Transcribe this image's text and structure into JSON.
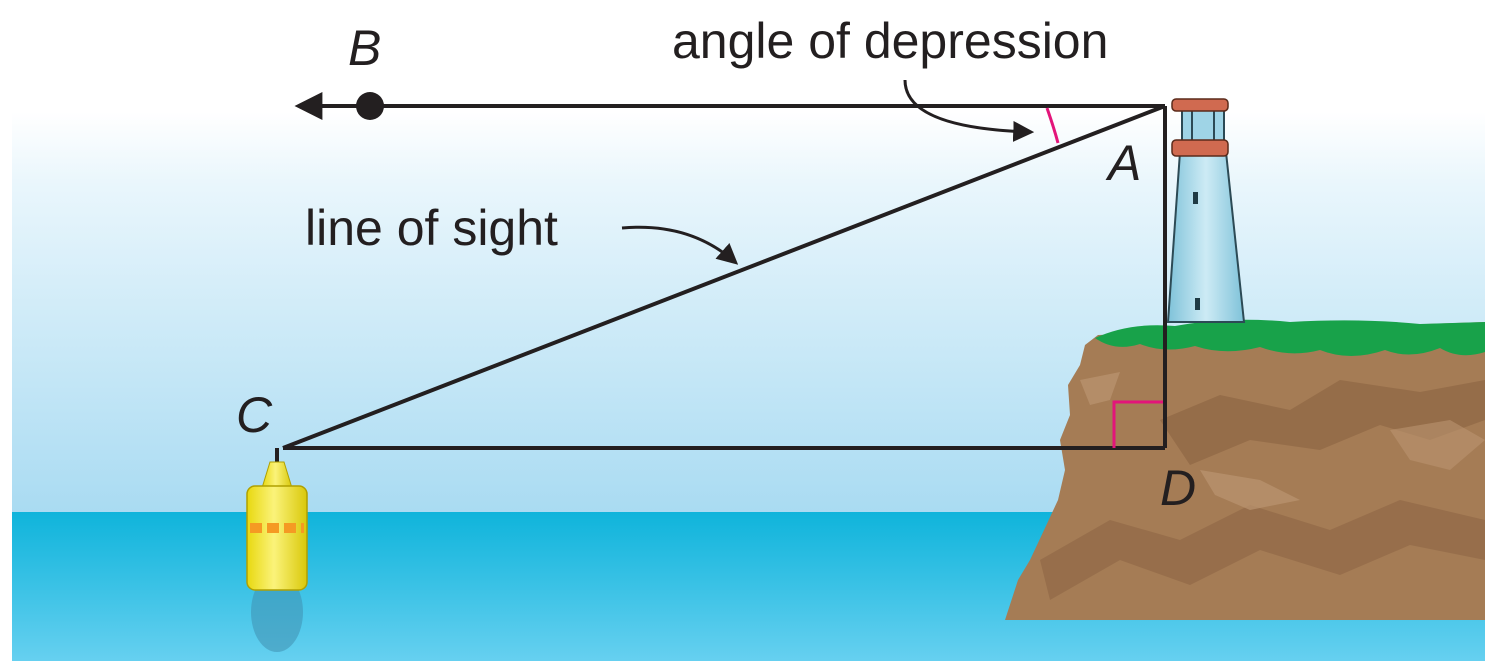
{
  "points": {
    "a": "A",
    "b": "B",
    "c": "C",
    "d": "D"
  },
  "labels": {
    "angle": "angle of depression",
    "sight": "line of sight"
  },
  "colors": {
    "sky_top": "#ffffff",
    "sky_bottom": "#b3dff4",
    "sea_top": "#12b7dd",
    "sea_bottom": "#5ccdef",
    "grass": "#16a34a",
    "cliff": "#a8805a",
    "cliff_dark": "#8a6440",
    "lighthouse": "#9fd4e6",
    "lighthouse_band": "#d06a50",
    "buoy": "#f5e81c",
    "buoy_band": "#f59a23",
    "line": "#231f20",
    "marker": "#e3157a"
  },
  "icons": [
    "lighthouse-icon",
    "buoy-icon",
    "cliff-icon"
  ]
}
